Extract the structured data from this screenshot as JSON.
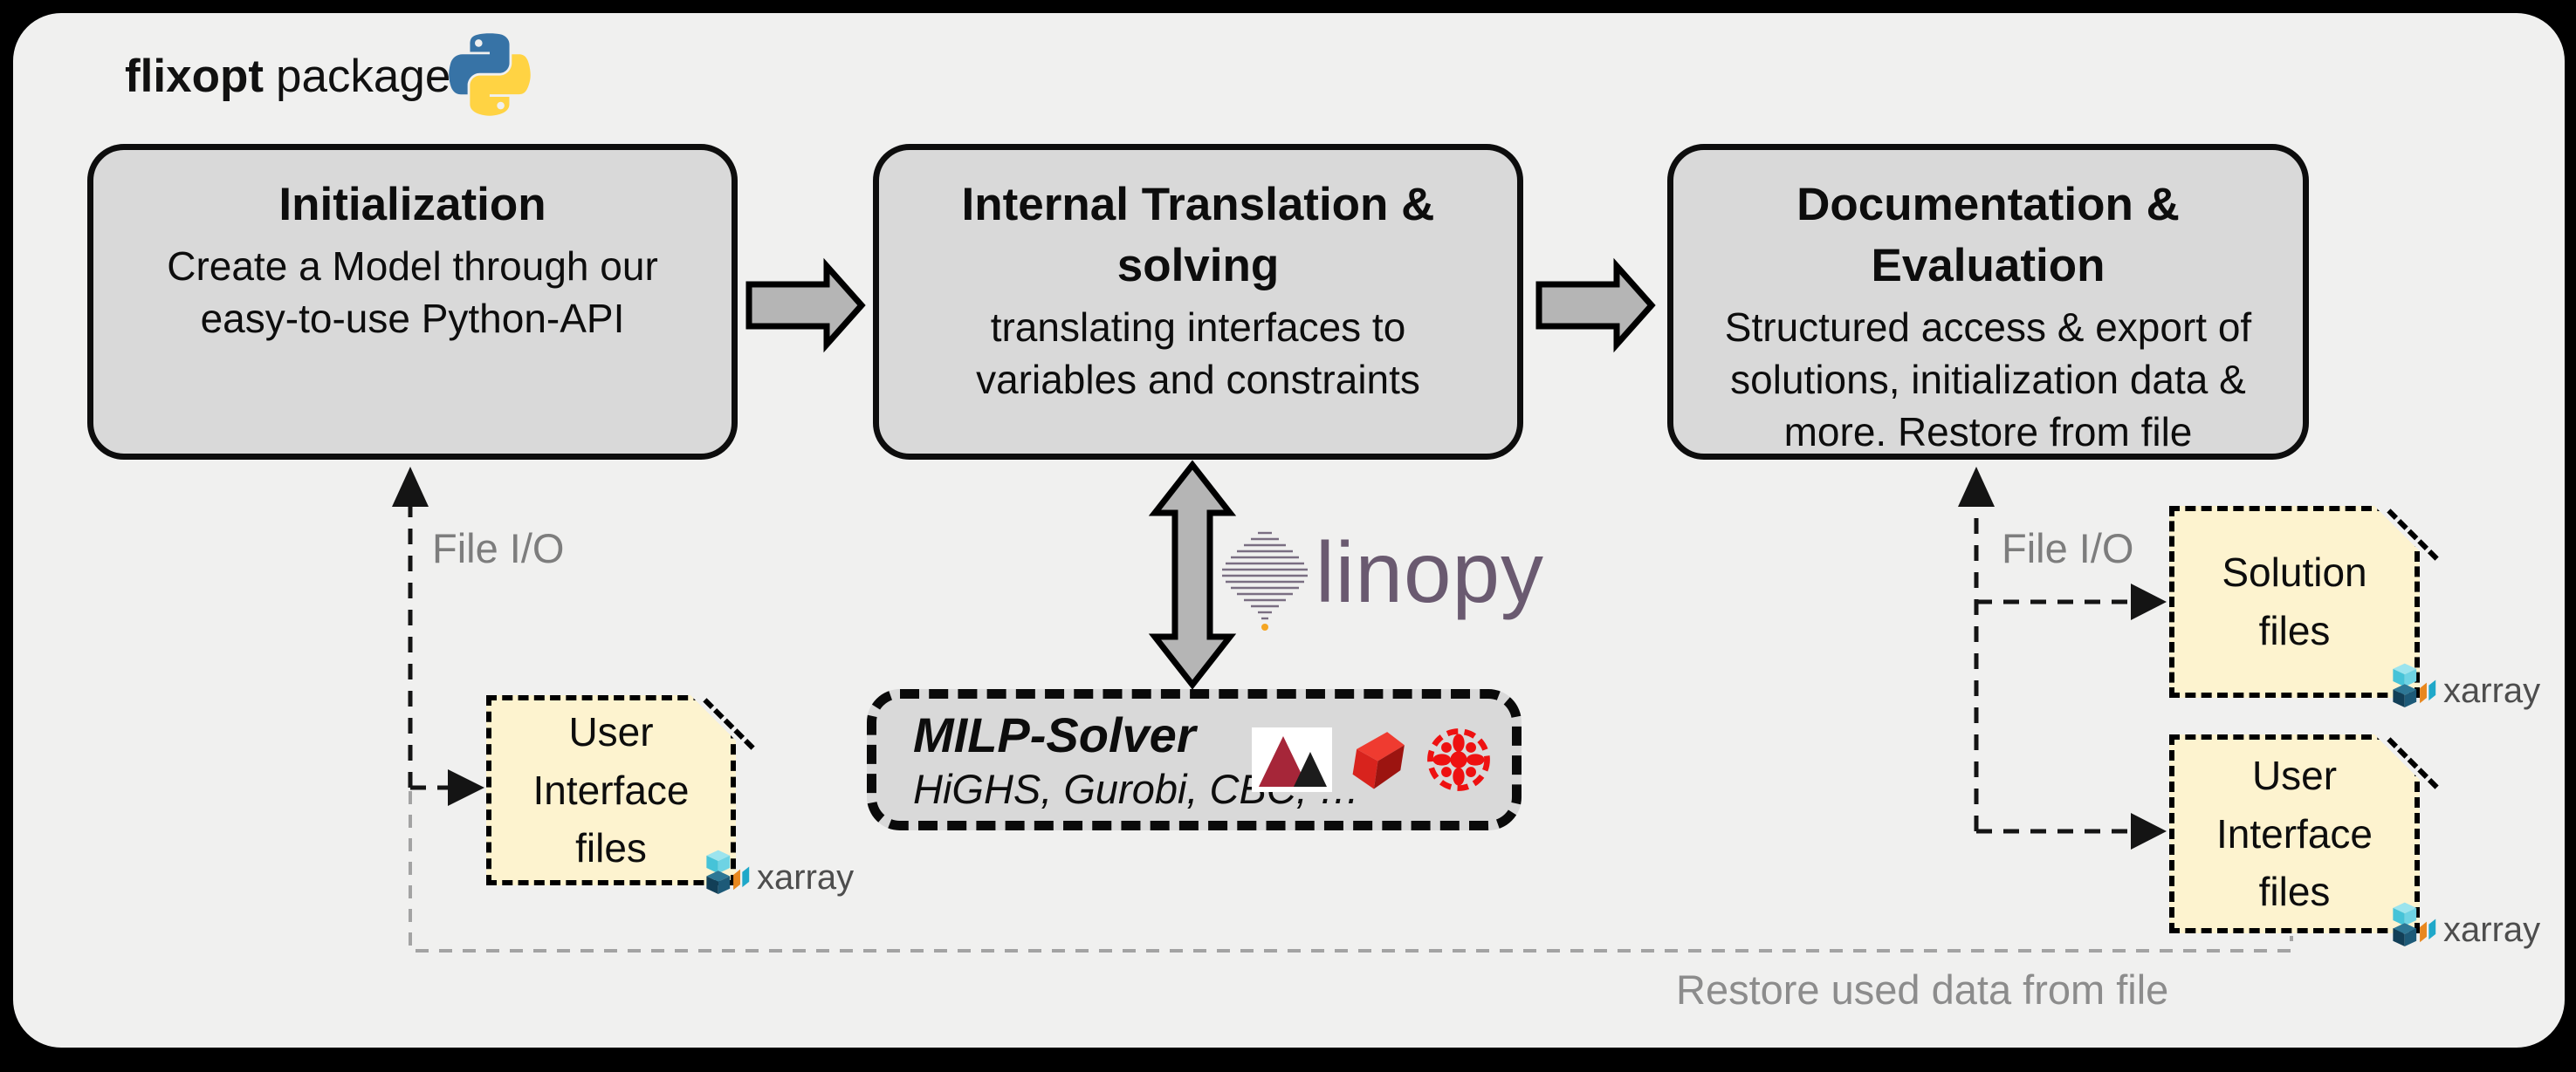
{
  "header": {
    "brand": "flixopt",
    "brand_suffix": "package",
    "python_icon": "python-icon"
  },
  "stages": [
    {
      "title": "Initialization",
      "description": "Create a Model through our easy-to-use Python-API"
    },
    {
      "title": "Internal Translation & solving",
      "description": "translating interfaces to variables and constraints"
    },
    {
      "title": "Documentation & Evaluation",
      "description": "Structured access & export of solutions, initialization data & more. Restore from file"
    }
  ],
  "solver": {
    "title": "MILP-Solver",
    "subtitle": "HiGHS, Gurobi, CBC, …",
    "logos": [
      "highs-icon",
      "gurobi-icon",
      "cbc-icon"
    ]
  },
  "linopy": {
    "label": "linopy"
  },
  "file_boxes": {
    "user_left": {
      "label": "User Interface files"
    },
    "solution": {
      "label": "Solution files"
    },
    "user_right": {
      "label": "User Interface files"
    }
  },
  "annotations": {
    "file_io_left": "File I/O",
    "file_io_right": "File I/O",
    "restore": "Restore used data from file",
    "xarray": "xarray"
  },
  "colors": {
    "panel_bg": "#f0f0ef",
    "stage_box_fill": "#d9d9d9",
    "file_box_fill": "#fdf3cf",
    "block_arrow_fill": "#b5b5b5",
    "linopy_purple": "#6a5a70",
    "python_blue": "#3773a6",
    "python_yellow": "#ffd343",
    "solver_red": "#e02420",
    "highs_maroon": "#a62639",
    "gray_label": "#7d7d7d"
  }
}
